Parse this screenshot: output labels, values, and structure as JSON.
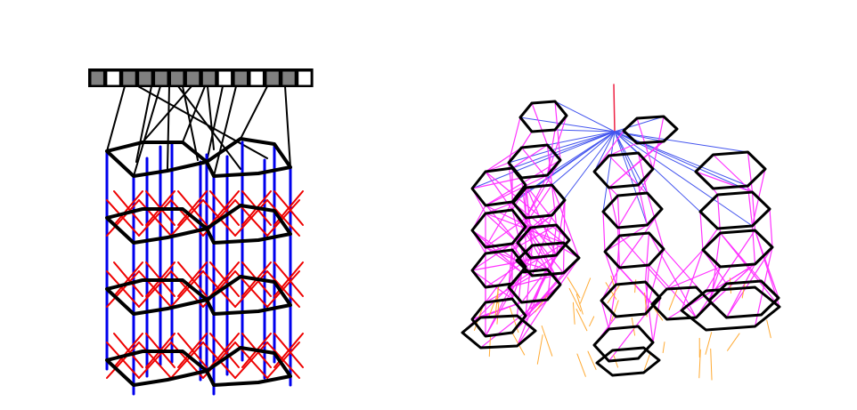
{
  "figure": {
    "left_panel": {
      "register_cells": [
        "dark",
        "white",
        "dark",
        "dark",
        "dark",
        "dark",
        "dark",
        "dark",
        "white",
        "dark",
        "white",
        "dark",
        "dark",
        "white"
      ],
      "colors": {
        "cell_dark": "#808080",
        "cell_light": "#ffffff",
        "outline": "#000000",
        "vertical_edges": "#0000ee",
        "cross_edges": "#ee0000",
        "ring_edges": "#000000"
      }
    },
    "right_panel": {
      "colors": {
        "ring_edges": "#000000",
        "hub_spokes": "#4455ee",
        "inter_layer": "#ff33ff",
        "bottom_links": "#ffaa33",
        "hub_stem": "#ee2244"
      }
    }
  }
}
